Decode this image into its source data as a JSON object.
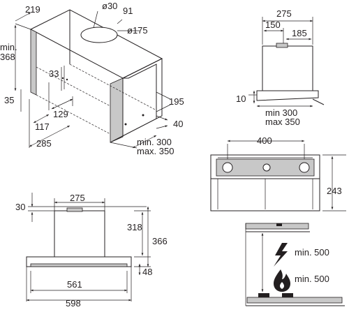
{
  "top_left": {
    "d219": "219",
    "d30": "ø30",
    "d91": "91",
    "d175": "ø175",
    "min368_a": "min.",
    "min368_b": "368",
    "d33": "33",
    "d35": "35",
    "d129": "129",
    "d117": "117",
    "d285": "285",
    "d195": "195",
    "d40": "40",
    "min300": "min. 300",
    "max350": "max. 350"
  },
  "top_right": {
    "d275": "275",
    "d150": "150",
    "d185": "185",
    "d10": "10",
    "min300": "min 300",
    "max350": "max 350"
  },
  "mid_right": {
    "d400": "400",
    "d243": "243"
  },
  "bottom_left": {
    "d30": "30",
    "d275": "275",
    "d318": "318",
    "d366": "366",
    "d48": "48",
    "d561": "561",
    "d598": "598"
  },
  "bottom_right": {
    "min500_top": "min. 500",
    "min500_bottom": "min. 500"
  }
}
